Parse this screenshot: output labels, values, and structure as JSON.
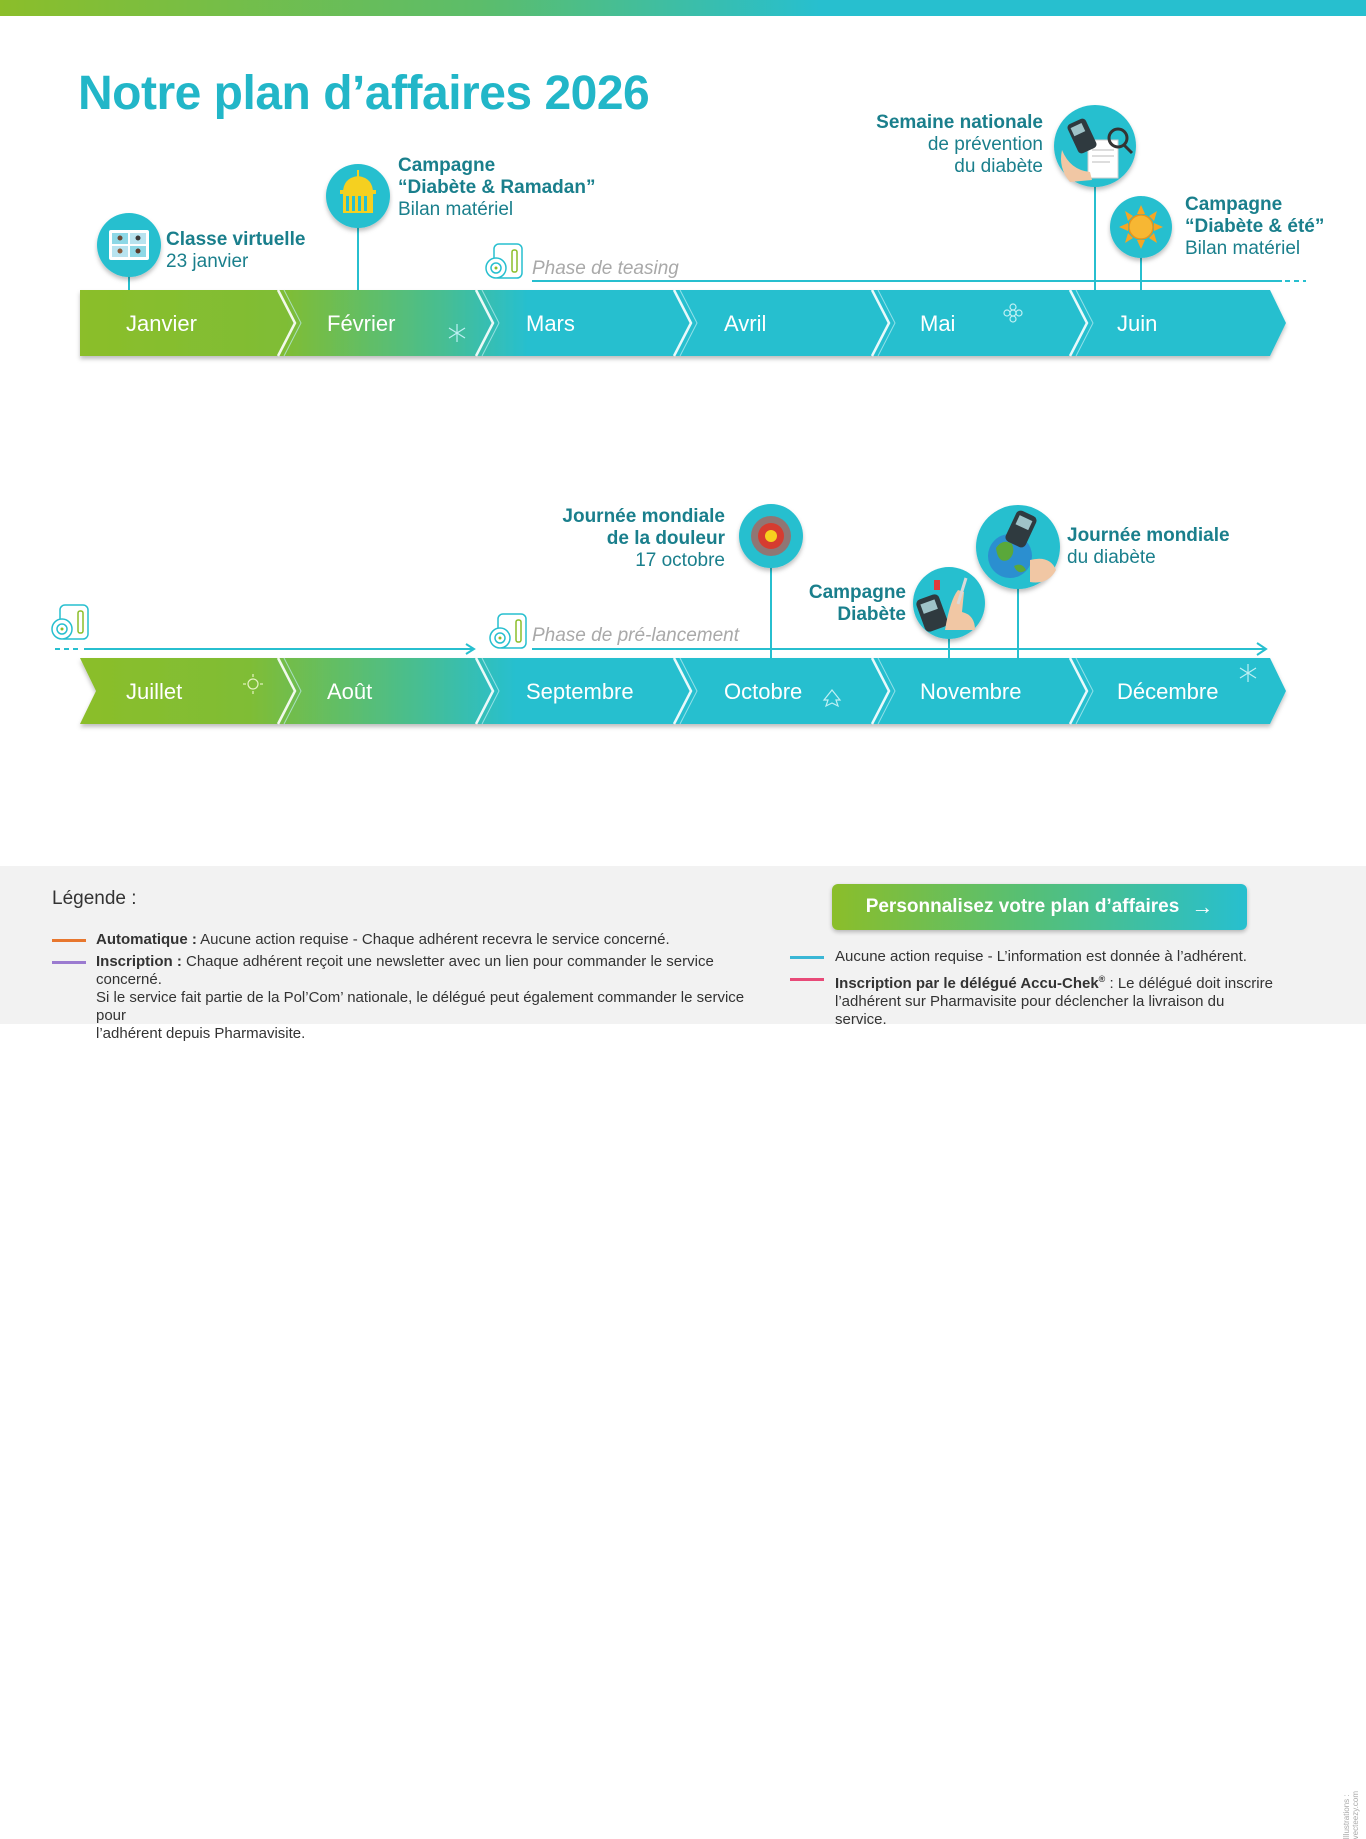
{
  "title": "Notre plan d’affaires 2026",
  "colors": {
    "teal": "#27bfcf",
    "green": "#8bbe2a",
    "text_teal": "#1a7f8c",
    "orange": "#e8772e",
    "purple": "#9b7bd0",
    "blue": "#3bb7d6",
    "pink": "#e84a78"
  },
  "months_row1": [
    "Janvier",
    "Février",
    "Mars",
    "Avril",
    "Mai",
    "Juin"
  ],
  "months_row2": [
    "Juillet",
    "Août",
    "Septembre",
    "Octobre",
    "Novembre",
    "Décembre"
  ],
  "phases": {
    "teasing": "Phase de teasing",
    "prelaunch": "Phase de pré-lancement"
  },
  "events": {
    "classe": {
      "title": "Classe virtuelle",
      "line2": "23 janvier",
      "icon": "video-class-icon"
    },
    "ramadan": {
      "title1": "Campagne",
      "title2": "“Diabète & Ramadan”",
      "line2": "Bilan matériel",
      "icon": "mosque-icon"
    },
    "semaine": {
      "title": "Semaine nationale",
      "line2": "de prévention",
      "line3": "du diabète",
      "icon": "glucose-meter-icon"
    },
    "ete": {
      "title1": "Campagne",
      "title2": "“Diabète & été”",
      "line2": "Bilan matériel",
      "icon": "sun-icon"
    },
    "douleur": {
      "title1": "Journée mondiale",
      "title2": "de la douleur",
      "line2": "17 octobre",
      "icon": "pain-target-icon"
    },
    "campagne": {
      "title1": "Campagne",
      "title2": "Diabète",
      "icon": "finger-prick-icon"
    },
    "mondiale": {
      "title1": "Journée mondiale",
      "line2": "du diabète",
      "icon": "globe-meter-icon"
    }
  },
  "legend": {
    "title": "Légende :",
    "auto_label": "Automatique :",
    "auto_text": " Aucune action requise - Chaque adhérent recevra le service concerné.",
    "inscr_label": "Inscription :",
    "inscr_text1": " Chaque adhérent reçoit une newsletter avec un lien pour commander le service concerné.",
    "inscr_text2": "Si le service fait partie de la Pol’Com’ nationale, le délégué peut également commander le service pour",
    "inscr_text3": "l’adhérent depuis Pharmavisite.",
    "info_text": "Aucune action requise - L’information est donnée à l’adhérent.",
    "deleg_label": "Inscription par le délégué Accu-Chek",
    "deleg_sup": "®",
    "deleg_text1": " : Le délégué doit inscrire",
    "deleg_text2": "l’adhérent sur Pharmavisite pour déclencher la livraison du service."
  },
  "cta": {
    "label": "Personnalisez votre plan d’affaires",
    "arrow": "→"
  },
  "credit": "Illustrations : vecteezy.com"
}
